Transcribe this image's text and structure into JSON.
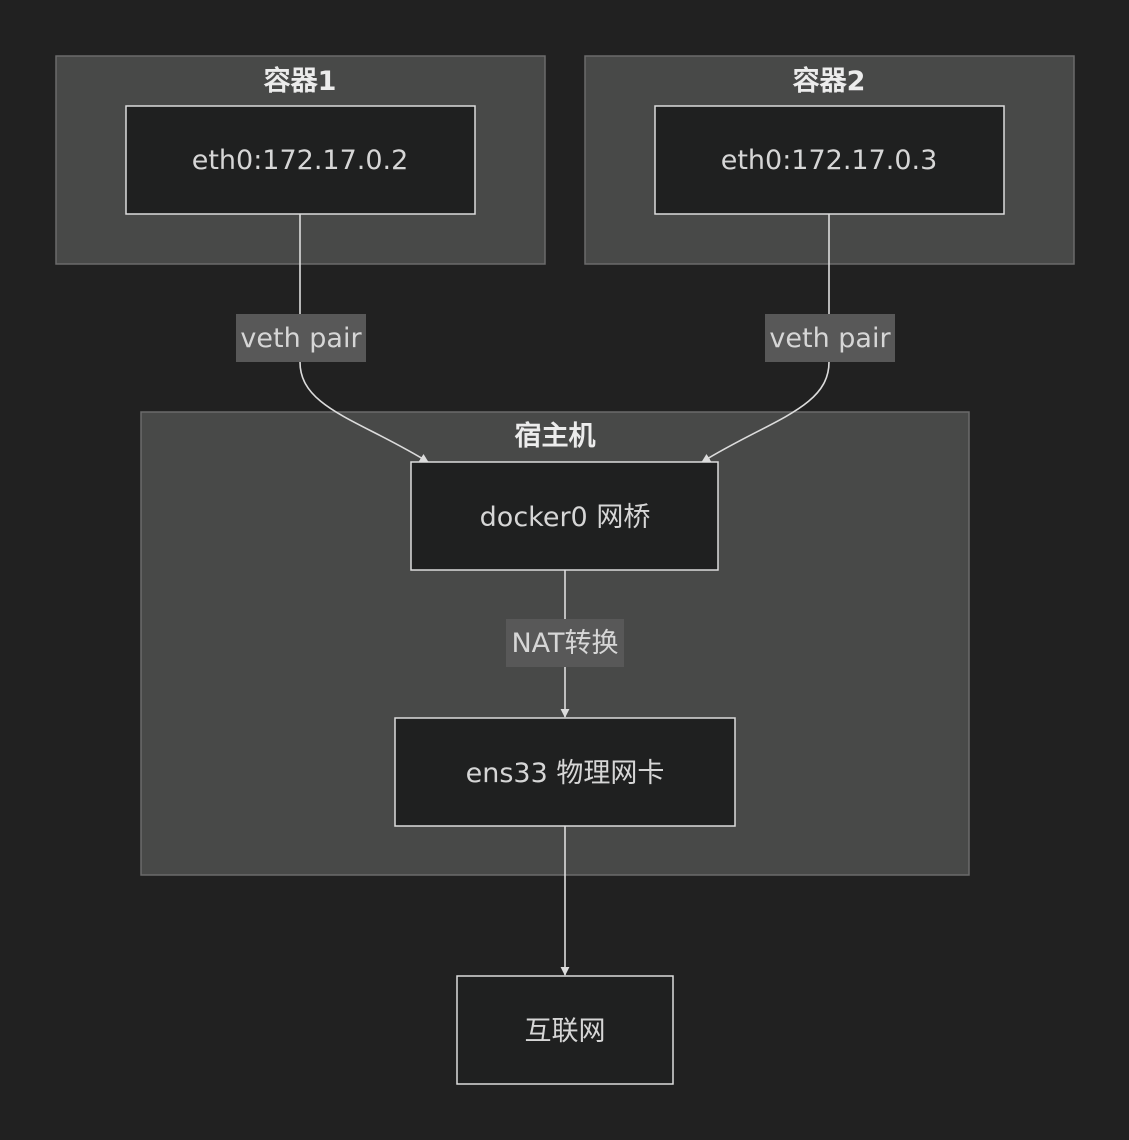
{
  "diagram": {
    "clusters": {
      "container1": {
        "title": "容器1"
      },
      "container2": {
        "title": "容器2"
      },
      "host": {
        "title": "宿主机"
      }
    },
    "nodes": {
      "eth0_c1": {
        "label": "eth0:172.17.0.2"
      },
      "eth0_c2": {
        "label": "eth0:172.17.0.3"
      },
      "docker0": {
        "label": "docker0 网桥"
      },
      "ens33": {
        "label": "ens33 物理网卡"
      },
      "internet": {
        "label": "互联网"
      }
    },
    "edges": {
      "c1_to_docker0": {
        "label": "veth pair"
      },
      "c2_to_docker0": {
        "label": "veth pair"
      },
      "docker0_to_ens33": {
        "label": "NAT转换"
      },
      "ens33_to_internet": {
        "label": ""
      }
    },
    "colors": {
      "background": "#212121",
      "cluster_fill": "#484948",
      "node_fill": "#1f2020",
      "line": "#dcdcdc",
      "label_bg": "#585858"
    }
  }
}
